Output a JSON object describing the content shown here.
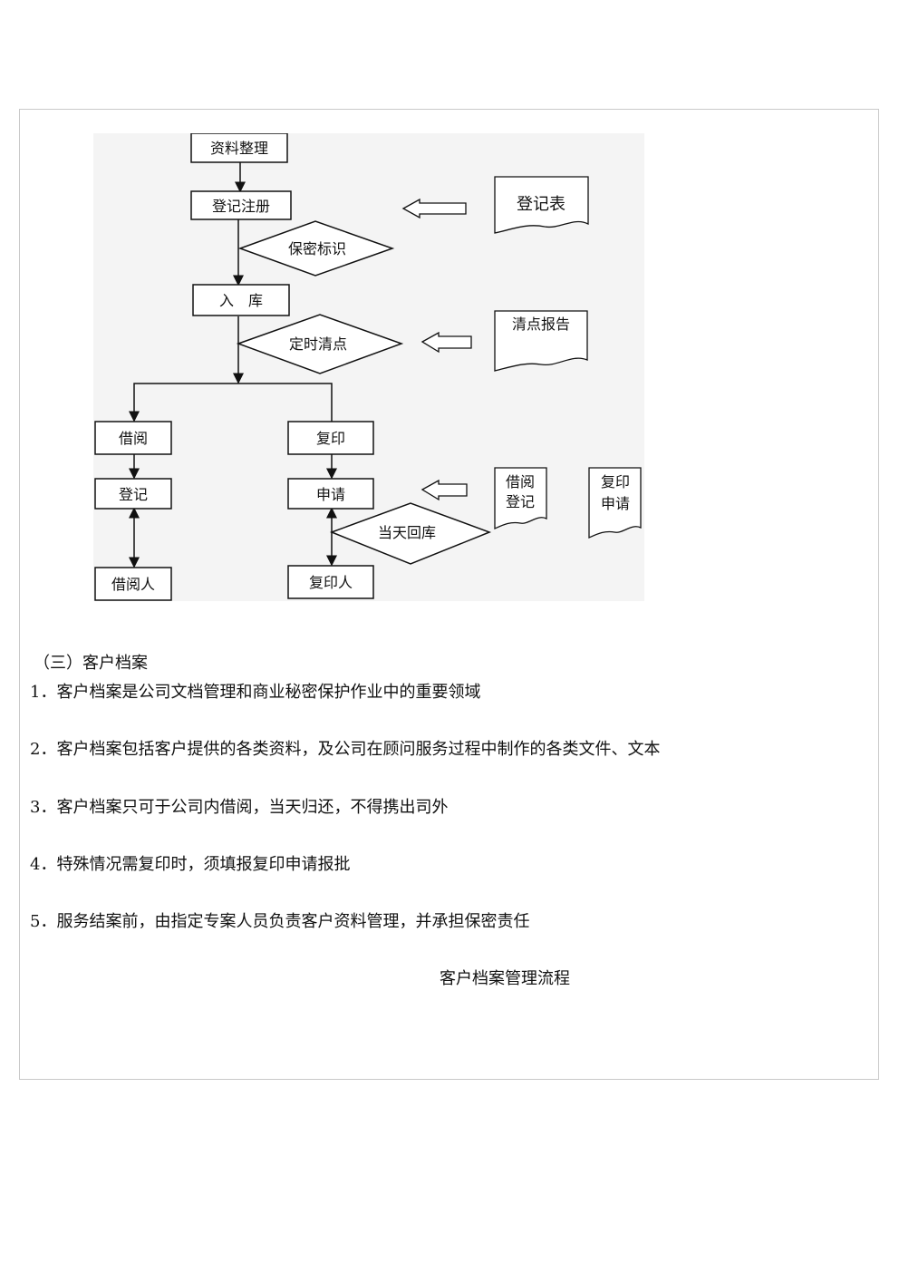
{
  "flowchart": {
    "nodes": {
      "sort": "资料整理",
      "register": "登记注册",
      "secret_mark": "保密标识",
      "store": "入　库",
      "inventory": "定时清点",
      "borrow": "借阅",
      "copy": "复印",
      "borrow_register": "登记",
      "copy_apply": "申请",
      "return_same_day": "当天回库",
      "borrower": "借阅人",
      "copier": "复印人"
    },
    "documents": {
      "register_form": "登记表",
      "inventory_report": "清点报告",
      "borrow_register_line1": "借阅",
      "borrow_register_line2": "登记",
      "copy_apply_line1": "复印",
      "copy_apply_line2": "申请"
    }
  },
  "section": {
    "heading": "（三）客户档案",
    "items": [
      "1．客户档案是公司文档管理和商业秘密保护作业中的重要领域",
      "2．客户档案包括客户提供的各类资料，及公司在顾问服务过程中制作的各类文件、文本",
      "3．客户档案只可于公司内借阅，当天归还，不得携出司外",
      "4．特殊情况需复印时，须填报复印申请报批",
      "5．服务结案前，由指定专案人员负责客户资料管理，并承担保密责任"
    ],
    "caption": "客户档案管理流程"
  }
}
